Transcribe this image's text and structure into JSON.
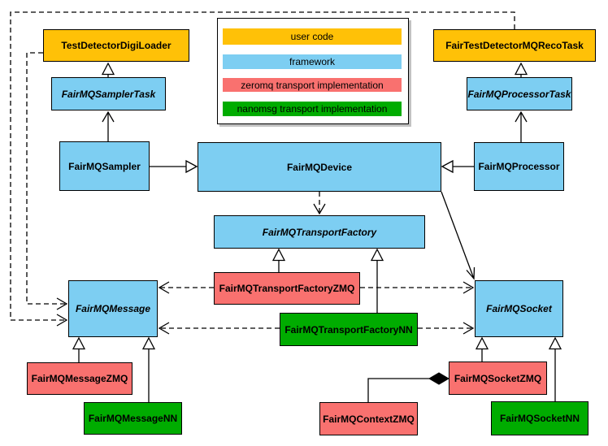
{
  "colors": {
    "user_code": "#FFC107",
    "framework": "#7DCEF2",
    "zeromq": "#F9716F",
    "nanomsg": "#00AC00",
    "border": "#000000",
    "background": "#ffffff"
  },
  "legend": {
    "items": [
      {
        "label": "user code",
        "category": "user_code"
      },
      {
        "label": "framework",
        "category": "framework"
      },
      {
        "label": "zeromq transport implementation",
        "category": "zeromq"
      },
      {
        "label": "nanomsg transport implementation",
        "category": "nanomsg"
      }
    ]
  },
  "nodes": [
    {
      "label": "TestDetectorDigiLoader",
      "category": "user_code",
      "abstract": false
    },
    {
      "label": "FairTestDetectorMQRecoTask",
      "category": "user_code",
      "abstract": false
    },
    {
      "label": "FairMQSamplerTask",
      "category": "framework",
      "abstract": true
    },
    {
      "label": "FairMQProcessorTask",
      "category": "framework",
      "abstract": true
    },
    {
      "label": "FairMQSampler",
      "category": "framework",
      "abstract": false
    },
    {
      "label": "FairMQDevice",
      "category": "framework",
      "abstract": false
    },
    {
      "label": "FairMQProcessor",
      "category": "framework",
      "abstract": false
    },
    {
      "label": "FairMQTransportFactory",
      "category": "framework",
      "abstract": true
    },
    {
      "label": "FairMQTransportFactoryZMQ",
      "category": "zeromq",
      "abstract": false
    },
    {
      "label": "FairMQTransportFactoryNN",
      "category": "nanomsg",
      "abstract": false
    },
    {
      "label": "FairMQMessage",
      "category": "framework",
      "abstract": true
    },
    {
      "label": "FairMQSocket",
      "category": "framework",
      "abstract": true
    },
    {
      "label": "FairMQMessageZMQ",
      "category": "zeromq",
      "abstract": false
    },
    {
      "label": "FairMQMessageNN",
      "category": "nanomsg",
      "abstract": false
    },
    {
      "label": "FairMQSocketZMQ",
      "category": "zeromq",
      "abstract": false
    },
    {
      "label": "FairMQSocketNN",
      "category": "nanomsg",
      "abstract": false
    },
    {
      "label": "FairMQContextZMQ",
      "category": "zeromq",
      "abstract": false
    }
  ],
  "edges": [
    {
      "from": "FairMQSamplerTask",
      "to": "TestDetectorDigiLoader",
      "type": "inheritance"
    },
    {
      "from": "FairMQProcessorTask",
      "to": "FairTestDetectorMQRecoTask",
      "type": "inheritance"
    },
    {
      "from": "FairMQSampler",
      "to": "FairMQSamplerTask",
      "type": "association"
    },
    {
      "from": "FairMQProcessor",
      "to": "FairMQProcessorTask",
      "type": "association"
    },
    {
      "from": "FairMQSampler",
      "to": "FairMQDevice",
      "type": "inheritance"
    },
    {
      "from": "FairMQProcessor",
      "to": "FairMQDevice",
      "type": "inheritance"
    },
    {
      "from": "FairMQDevice",
      "to": "FairMQTransportFactory",
      "type": "dependency"
    },
    {
      "from": "FairMQDevice",
      "to": "FairMQSocket",
      "type": "association"
    },
    {
      "from": "TestDetectorDigiLoader",
      "to": "FairMQMessage",
      "type": "dependency"
    },
    {
      "from": "FairTestDetectorMQRecoTask",
      "to": "FairMQMessage",
      "type": "dependency"
    },
    {
      "from": "FairMQTransportFactoryZMQ",
      "to": "FairMQTransportFactory",
      "type": "inheritance"
    },
    {
      "from": "FairMQTransportFactoryNN",
      "to": "FairMQTransportFactory",
      "type": "inheritance"
    },
    {
      "from": "FairMQTransportFactoryZMQ",
      "to": "FairMQMessage",
      "type": "dependency"
    },
    {
      "from": "FairMQTransportFactoryZMQ",
      "to": "FairMQSocket",
      "type": "dependency"
    },
    {
      "from": "FairMQTransportFactoryNN",
      "to": "FairMQMessage",
      "type": "dependency"
    },
    {
      "from": "FairMQTransportFactoryNN",
      "to": "FairMQSocket",
      "type": "dependency"
    },
    {
      "from": "FairMQMessageZMQ",
      "to": "FairMQMessage",
      "type": "inheritance"
    },
    {
      "from": "FairMQMessageNN",
      "to": "FairMQMessage",
      "type": "inheritance"
    },
    {
      "from": "FairMQSocketZMQ",
      "to": "FairMQSocket",
      "type": "inheritance"
    },
    {
      "from": "FairMQSocketNN",
      "to": "FairMQSocket",
      "type": "inheritance"
    },
    {
      "from": "FairMQSocketZMQ",
      "to": "FairMQContextZMQ",
      "type": "composition"
    }
  ]
}
